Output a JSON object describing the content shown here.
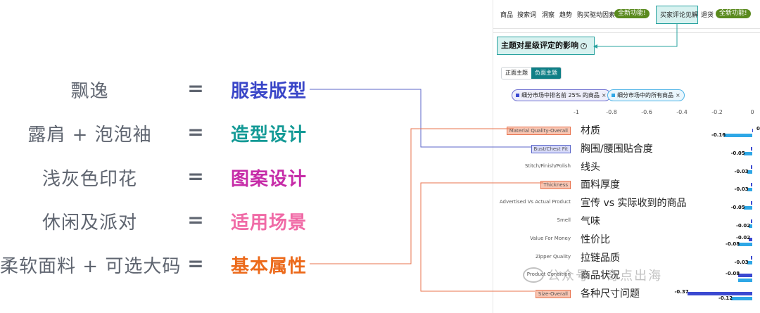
{
  "mapping": [
    {
      "term": "飘逸",
      "eq": "=",
      "attr": "服装版型",
      "color": "#3a46c8"
    },
    {
      "term": "露肩 + 泡泡袖",
      "eq": "=",
      "attr": "造型设计",
      "color": "#149a96"
    },
    {
      "term": "浅灰色印花",
      "eq": "=",
      "attr": "图案设计",
      "color": "#c62ca8"
    },
    {
      "term": "休闲及派对",
      "eq": "=",
      "attr": "适用场景",
      "color": "#f06aa6"
    },
    {
      "term": "柔软面料 + 可选大码",
      "eq": "=",
      "attr": "基本属性",
      "color": "#ec6a1b"
    }
  ],
  "tabs": {
    "items": [
      "商品",
      "搜索词",
      "洞察",
      "趋势",
      "购买驱动因素"
    ],
    "badge1": "全新功能!",
    "active": "买家评论见解",
    "after": "退货",
    "badge2": "全新功能!"
  },
  "card": {
    "title": "主题对星级评定的影响",
    "help_icon": "question-icon",
    "segment": {
      "positive": "正面主题",
      "negative": "负面主题"
    },
    "chip_top": "细分市场中排名前 25% 的商品",
    "chip_all": "细分市场中的所有商品",
    "chip_close": "×"
  },
  "colors": {
    "top_series": "#3b49d1",
    "all_series": "#2ea7e6",
    "highlight_red": "#e8734e",
    "highlight_blue": "#5b66c9",
    "accent_teal": "#2aa3a0"
  },
  "chart_data": {
    "type": "bar",
    "orientation": "horizontal",
    "xlim": [
      -1,
      0
    ],
    "ticks": [
      "-1",
      "-0.8",
      "-0.6",
      "-0.4",
      "-0.2",
      "0"
    ],
    "categories": [
      "Material Quality-Overall",
      "Bust/Chest Fit",
      "Stitch/Finish/Polish",
      "Thickness",
      "Advertised Vs Actual Product",
      "Smell",
      "Value For Money",
      "Zipper Quality",
      "Product Condition",
      "Size-Overall"
    ],
    "categories_zh": [
      "材质",
      "胸围/腰围贴合度",
      "线头",
      "面料厚度",
      "宣传 vs 实际收到的商品",
      "气味",
      "性价比",
      "拉链品质",
      "商品状况",
      "各种尺寸问题"
    ],
    "series": [
      {
        "name": "细分市场中排名前 25% 的商品",
        "values": [
          0,
          -0.01,
          -0.01,
          -0.01,
          -0.01,
          -0.01,
          -0.02,
          -0.01,
          -0.08,
          -0.37
        ]
      },
      {
        "name": "细分市场中的所有商品",
        "values": [
          -0.16,
          -0.05,
          -0.03,
          -0.03,
          -0.05,
          -0.02,
          -0.08,
          -0.03,
          -0.08,
          -0.12
        ]
      }
    ],
    "labels": [
      {
        "top": "0",
        "all": "-0.16"
      },
      {
        "top": "",
        "all": "-0.05"
      },
      {
        "top": "",
        "all": "-0.03"
      },
      {
        "top": "",
        "all": "-0.03"
      },
      {
        "top": "",
        "all": "-0.05"
      },
      {
        "top": "",
        "all": "-0.02"
      },
      {
        "top": "-0.02",
        "all": "-0.08"
      },
      {
        "top": "",
        "all": "-0.03"
      },
      {
        "top": "-0.08",
        "all": ""
      },
      {
        "top": "-0.37",
        "all": "-0.12"
      }
    ]
  },
  "watermark": "公众号 · 奇点出海"
}
